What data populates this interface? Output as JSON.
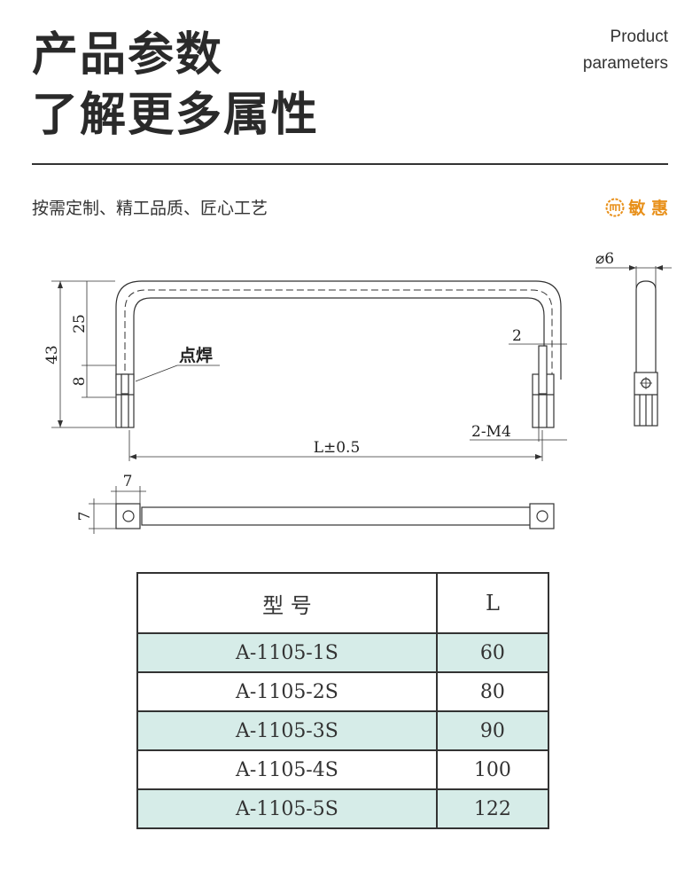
{
  "header": {
    "title_line1": "产品参数",
    "title_line2": "了解更多属性",
    "en_line1": "Product",
    "en_line2": "parameters"
  },
  "tagline": "按需定制、精工品质、匠心工艺",
  "brand": {
    "name": "敏 惠",
    "color": "#e8901a"
  },
  "drawing": {
    "dim_43": "43",
    "dim_25": "25",
    "dim_8": "8",
    "weld_label": "点焊",
    "dim_2": "2",
    "dim_thread": "2-M4",
    "dim_length": "L±0.5",
    "dim_diameter": "⌀6",
    "dim_7_top": "7",
    "dim_7_side": "7"
  },
  "table": {
    "headers": [
      "型 号",
      "L"
    ],
    "rows": [
      [
        "A-1105-1S",
        "60"
      ],
      [
        "A-1105-2S",
        "80"
      ],
      [
        "A-1105-3S",
        "90"
      ],
      [
        "A-1105-4S",
        "100"
      ],
      [
        "A-1105-5S",
        "122"
      ]
    ],
    "alt_color": "#d6ece8"
  }
}
